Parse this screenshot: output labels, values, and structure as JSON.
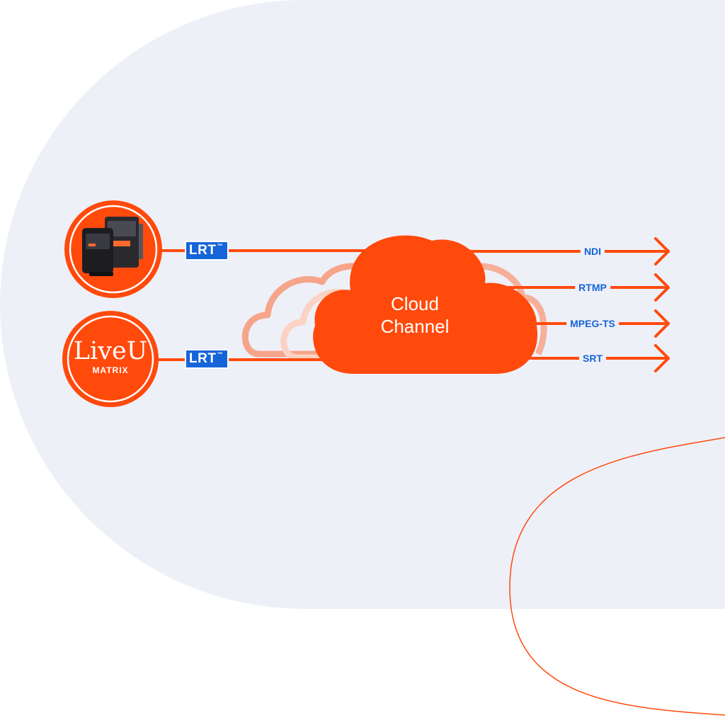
{
  "colors": {
    "background_panel": "#eef0f8",
    "accent_orange": "#ff4a0c",
    "light_cloud": "#f4b9a6",
    "lrt_blue": "#1565d8",
    "label_blue": "#1565d8"
  },
  "sources": [
    {
      "name": "encoder-device-icon",
      "link_label": "LRT",
      "link_tm": "™"
    },
    {
      "name": "liveu-matrix-logo",
      "brand": "LiveU",
      "product": "MATRIX",
      "link_label": "LRT",
      "link_tm": "™"
    }
  ],
  "cloud": {
    "line1": "Cloud",
    "line2": "Channel"
  },
  "outputs": [
    {
      "label": "NDI"
    },
    {
      "label": "RTMP"
    },
    {
      "label": "MPEG-TS"
    },
    {
      "label": "SRT"
    }
  ]
}
